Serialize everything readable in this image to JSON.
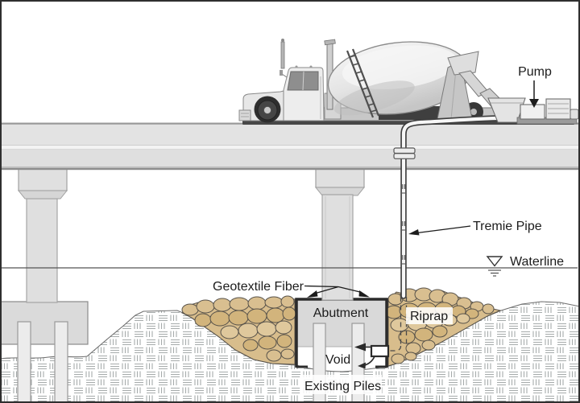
{
  "diagram": {
    "labels": {
      "pump": "Pump",
      "tremie_pipe": "Tremie Pipe",
      "waterline": "Waterline",
      "geotextile_fiber": "Geotextile Fiber",
      "abutment": "Abutment",
      "riprap": "Riprap",
      "void": "Void",
      "existing_piles": "Existing Piles"
    },
    "colors": {
      "riprap_fill": "#d8bd8c",
      "concrete_light": "#e3e3e3",
      "concrete_mid": "#dfdfdf",
      "soil_hatch": "#a6abab",
      "outline_dark": "#2b2b2b",
      "water_line": "#555555",
      "label_text": "#1c1c1c"
    },
    "symbols": {
      "waterline_marker": "inverted-triangle-water-surface-symbol",
      "leader_arrowheads": "filled-black-triangles",
      "buried_pipe_style": "dashed"
    }
  }
}
